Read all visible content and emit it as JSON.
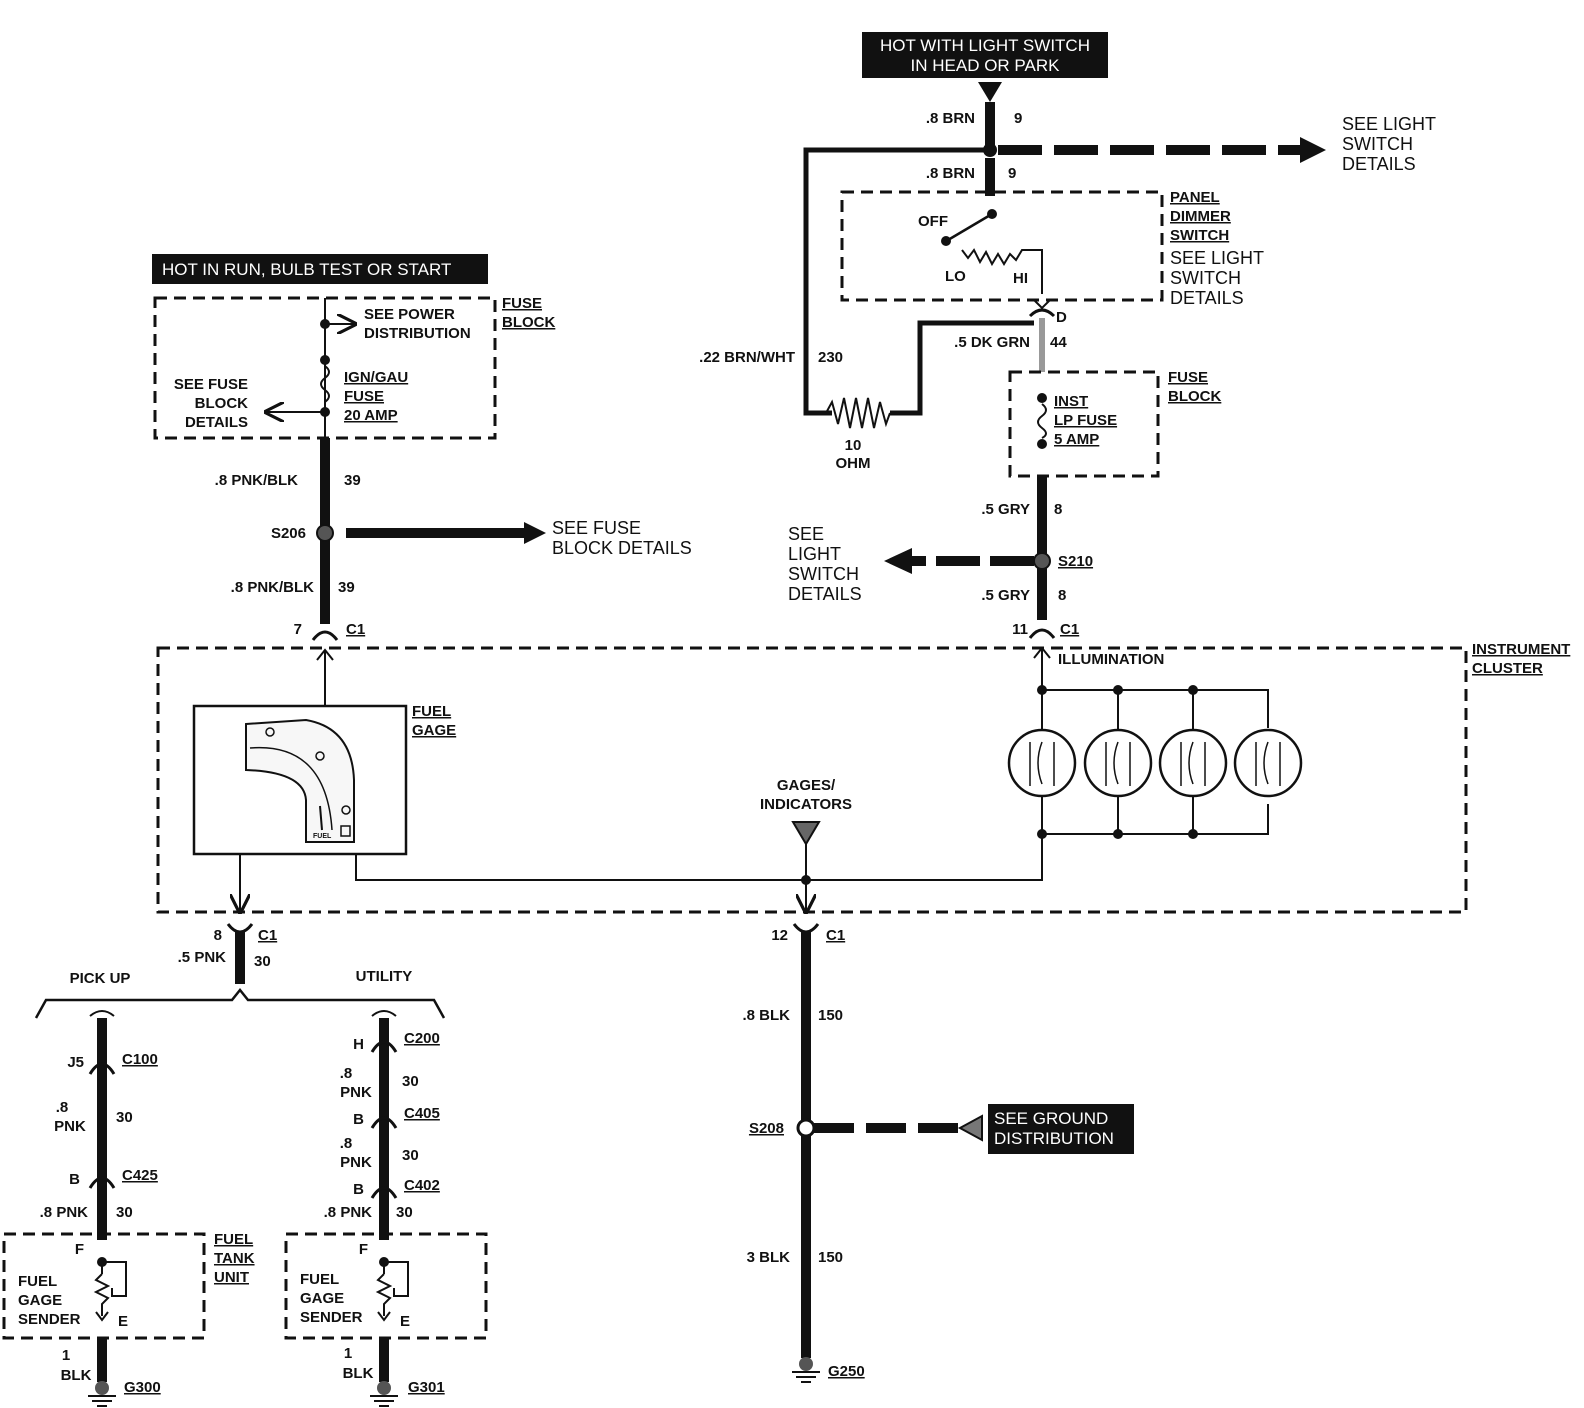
{
  "headers": {
    "light_switch": [
      "HOT WITH LIGHT SWITCH",
      "IN HEAD OR PARK"
    ],
    "run": "HOT IN RUN, BULB TEST OR START",
    "ground": [
      "SEE GROUND",
      "DISTRIBUTION"
    ]
  },
  "fuse_block_left": {
    "title": [
      "FUSE",
      "BLOCK"
    ],
    "power": [
      "SEE POWER",
      "DISTRIBUTION"
    ],
    "fuse_details": [
      "SEE FUSE",
      "BLOCK",
      "DETAILS"
    ],
    "fuse": [
      "IGN/GAU",
      "FUSE",
      "20 AMP"
    ]
  },
  "left_feed": {
    "w1_label": ".8 PNK/BLK",
    "w1_circuit": "39",
    "splice": "S206",
    "splice_ref": [
      "SEE FUSE",
      "BLOCK DETAILS"
    ],
    "w2_label": ".8 PNK/BLK",
    "w2_circuit": "39",
    "pin": "7",
    "conn": "C1"
  },
  "light_switch": {
    "w1_label": ".8 BRN",
    "w1_circuit": "9",
    "ref": [
      "SEE LIGHT",
      "SWITCH",
      "DETAILS"
    ],
    "w2_label": ".8 BRN",
    "w2_circuit": "9",
    "dimmer_title": [
      "PANEL",
      "DIMMER",
      "SWITCH"
    ],
    "dimmer_ref": [
      "SEE LIGHT",
      "SWITCH",
      "DETAILS"
    ],
    "off": "OFF",
    "lo": "LO",
    "hi": "HI",
    "pin_d": "D",
    "w3_label": ".5 DK GRN",
    "w3_circuit": "44",
    "res_wire_label": ".22 BRN/WHT",
    "res_wire_circuit": "230",
    "resistor": [
      "10",
      "OHM"
    ],
    "fuse_block_title": [
      "FUSE",
      "BLOCK"
    ],
    "fuse": [
      "INST",
      "LP FUSE",
      "5 AMP"
    ],
    "w4_label": ".5 GRY",
    "w4_circuit": "8",
    "splice": "S210",
    "splice_ref": [
      "SEE",
      "LIGHT",
      "SWITCH",
      "DETAILS"
    ],
    "w5_label": ".5 GRY",
    "w5_circuit": "8",
    "pin": "11",
    "conn": "C1"
  },
  "cluster": {
    "title": [
      "INSTRUMENT",
      "CLUSTER"
    ],
    "fuel_gage": [
      "FUEL",
      "GAGE"
    ],
    "gage_face": "FUEL",
    "illumination": "ILLUMINATION",
    "gages": [
      "GAGES/",
      "INDICATORS"
    ]
  },
  "gage_out": {
    "pin": "8",
    "conn": "C1",
    "wire_label": ".5 PNK",
    "circuit": "30",
    "pickup": "PICK UP",
    "utility": "UTILITY"
  },
  "pickup": {
    "pin1": "J5",
    "conn1": "C100",
    "w1_label": [
      ".8",
      "PNK"
    ],
    "w1_circuit": "30",
    "pin2": "B",
    "conn2": "C425",
    "w2_label": ".8 PNK",
    "w2_circuit": "30",
    "unit": [
      "FUEL",
      "TANK",
      "UNIT"
    ],
    "sender": [
      "FUEL",
      "GAGE",
      "SENDER"
    ],
    "f": "F",
    "e": "E",
    "gnd_label": [
      "1",
      "BLK"
    ],
    "ground": "G300"
  },
  "utility": {
    "pin1": "H",
    "conn1": "C200",
    "w1_label": [
      ".8",
      "PNK"
    ],
    "w1_circuit": "30",
    "pin2": "B",
    "conn2": "C405",
    "w2_label": [
      ".8",
      "PNK"
    ],
    "w2_circuit": "30",
    "pin3": "B",
    "conn3": "C402",
    "w3_label": ".8 PNK",
    "w3_circuit": "30",
    "sender": [
      "FUEL",
      "GAGE",
      "SENDER"
    ],
    "f": "F",
    "e": "E",
    "gnd_label": [
      "1",
      "BLK"
    ],
    "ground": "G301"
  },
  "ground_path": {
    "pin": "12",
    "conn": "C1",
    "w1_label": ".8 BLK",
    "w1_circuit": "150",
    "splice": "S208",
    "w2_label": "3 BLK",
    "w2_circuit": "150",
    "ground": "G250"
  }
}
